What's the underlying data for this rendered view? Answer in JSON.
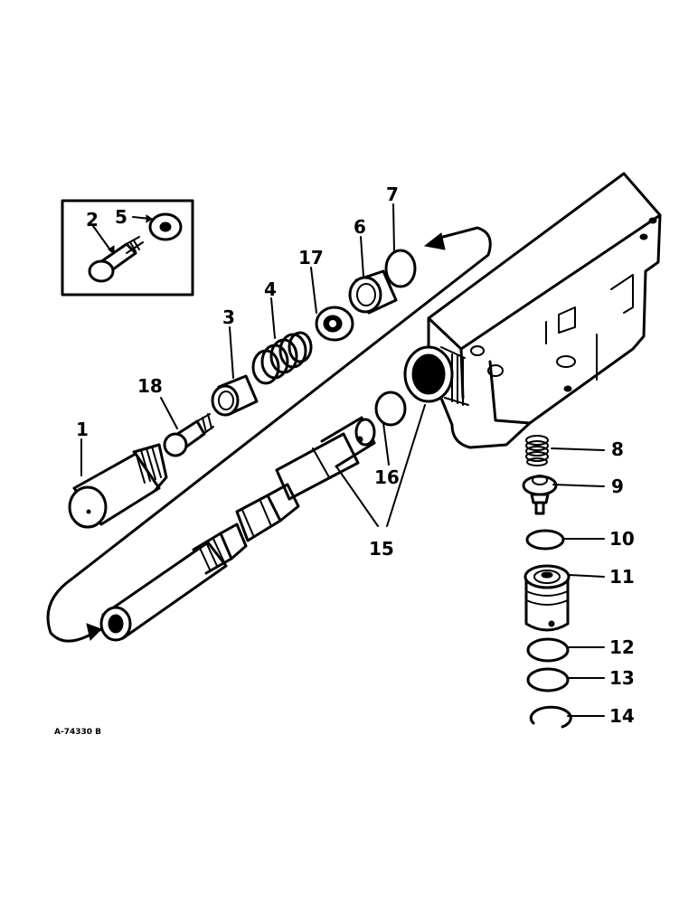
{
  "diagram": {
    "reference_code": "A-74330 B",
    "callouts": [
      {
        "id": "c1",
        "label": "1"
      },
      {
        "id": "c2",
        "label": "2"
      },
      {
        "id": "c3",
        "label": "3"
      },
      {
        "id": "c4",
        "label": "4"
      },
      {
        "id": "c5",
        "label": "5"
      },
      {
        "id": "c6",
        "label": "6"
      },
      {
        "id": "c7",
        "label": "7"
      },
      {
        "id": "c8",
        "label": "8"
      },
      {
        "id": "c9",
        "label": "9"
      },
      {
        "id": "c10",
        "label": "10"
      },
      {
        "id": "c11",
        "label": "11"
      },
      {
        "id": "c12",
        "label": "12"
      },
      {
        "id": "c13",
        "label": "13"
      },
      {
        "id": "c14",
        "label": "14"
      },
      {
        "id": "c15",
        "label": "15"
      },
      {
        "id": "c16",
        "label": "16"
      },
      {
        "id": "c17",
        "label": "17"
      },
      {
        "id": "c18",
        "label": "18"
      }
    ]
  }
}
